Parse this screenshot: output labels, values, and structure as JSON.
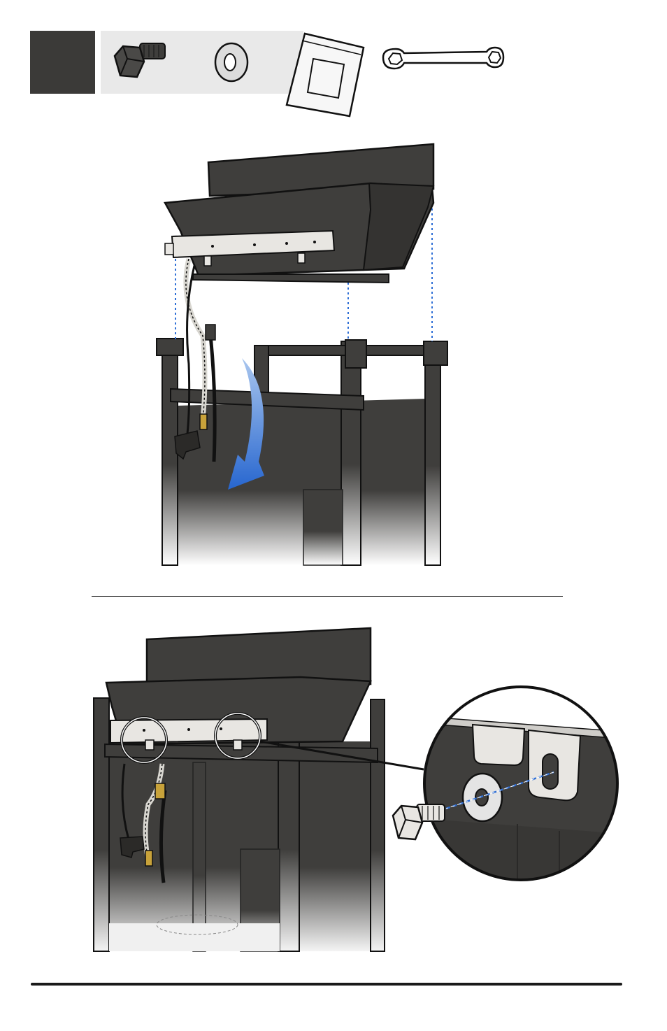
{
  "page": {
    "step_number": "",
    "hardware": [
      {
        "name": "hex-bolt",
        "icon": "hex-bolt-icon"
      },
      {
        "name": "washer",
        "icon": "washer-icon"
      },
      {
        "name": "hardware-bag",
        "icon": "bag-icon"
      },
      {
        "name": "wrench",
        "icon": "wrench-icon"
      }
    ]
  },
  "colors": {
    "cabinet": "#3f3e3c",
    "cabinet_dark": "#2d2c2a",
    "step_box": "#3b3a38",
    "strip": "#e9e9e9",
    "arrow": "#2b6fd0",
    "guide": "#2f6fd6",
    "metal": "#e8e6e2"
  }
}
